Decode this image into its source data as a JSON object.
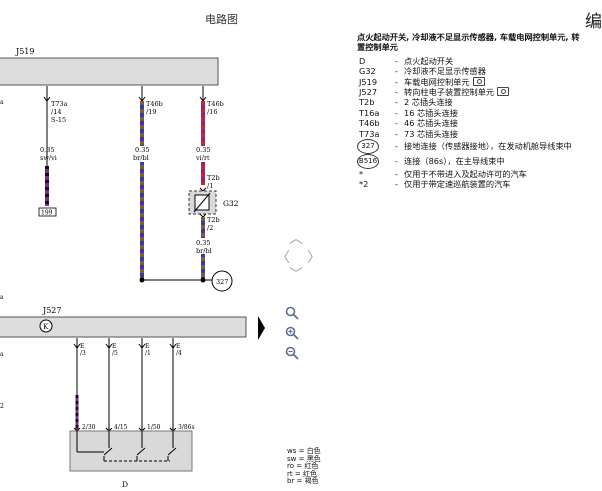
{
  "header": {
    "title": "电路图",
    "edit": "编"
  },
  "diagram": {
    "j519": "J519",
    "j527": "J527",
    "g32": "G32",
    "d": "D",
    "ref327": "327",
    "ref199": "199",
    "wires": {
      "w1": {
        "conn": "T73a",
        "pin": "/14",
        "extra": "S-15",
        "gauge": "0.35",
        "color": "sw/vi"
      },
      "w2": {
        "conn": "T46b",
        "pin": "/19",
        "gauge": "0.35",
        "color": "br/bl"
      },
      "w3": {
        "conn": "T46b",
        "pin": "/16",
        "gauge": "0.35",
        "color": "vi/rt"
      }
    },
    "g32_pins": {
      "top_conn": "T2b",
      "top_pin": "/1",
      "bot_conn": "T2b",
      "bot_pin": "/2"
    },
    "g32_wire": {
      "gauge": "0.35",
      "color": "br/bl"
    },
    "j527_pins": [
      {
        "conn": "E",
        "pin": "/3"
      },
      {
        "conn": "E",
        "pin": "/5"
      },
      {
        "conn": "E",
        "pin": "/1"
      },
      {
        "conn": "E",
        "pin": "/4"
      }
    ],
    "switch_pins": [
      "2/30",
      "4/15",
      "1/50",
      "3/86s"
    ],
    "left_labels": [
      "a",
      "a",
      "a",
      "2"
    ]
  },
  "legend": {
    "heading": "点火起动开关, 冷却液不足显示传感器, 车载电网控制单元, 转",
    "heading2": "置控制单元",
    "items": [
      {
        "code": "D",
        "desc": "点火起动开关"
      },
      {
        "code": "G32",
        "desc": "冷却液不足显示传感器"
      },
      {
        "code": "J519",
        "desc": "车载电网控制单元"
      },
      {
        "code": "J527",
        "desc": "转向柱电子装置控制单元"
      },
      {
        "code": "T2b",
        "desc": "2 芯插头连接"
      },
      {
        "code": "T16a",
        "desc": "16 芯插头连接"
      },
      {
        "code": "T46b",
        "desc": "46 芯插头连接"
      },
      {
        "code": "T73a",
        "desc": "73 芯插头连接"
      },
      {
        "code": "327",
        "desc": "接地连接（传感器接地），在发动机舱导线束中"
      },
      {
        "code": "B516",
        "desc": "连接（86s），在主导线束中"
      },
      {
        "code": "*",
        "desc": "仅用于不带进入及起动许可的汽车"
      },
      {
        "code": "*2",
        "desc": "仅用于带定速巡航装置的汽车"
      }
    ]
  },
  "wire_colors": {
    "ws": "ws = 白色",
    "sw": "sw = 黑色",
    "ro": "ro = 红色",
    "rt": "rt = 红色",
    "br": "br = 褐色"
  },
  "style": {
    "accent": "#5a6e96",
    "wire_violet": "#7b2d8e",
    "wire_red": "#d6202a",
    "wire_blue": "#2a3fb5",
    "wire_brown": "#8b5a2b",
    "box_gray": "#d9d9d9"
  }
}
